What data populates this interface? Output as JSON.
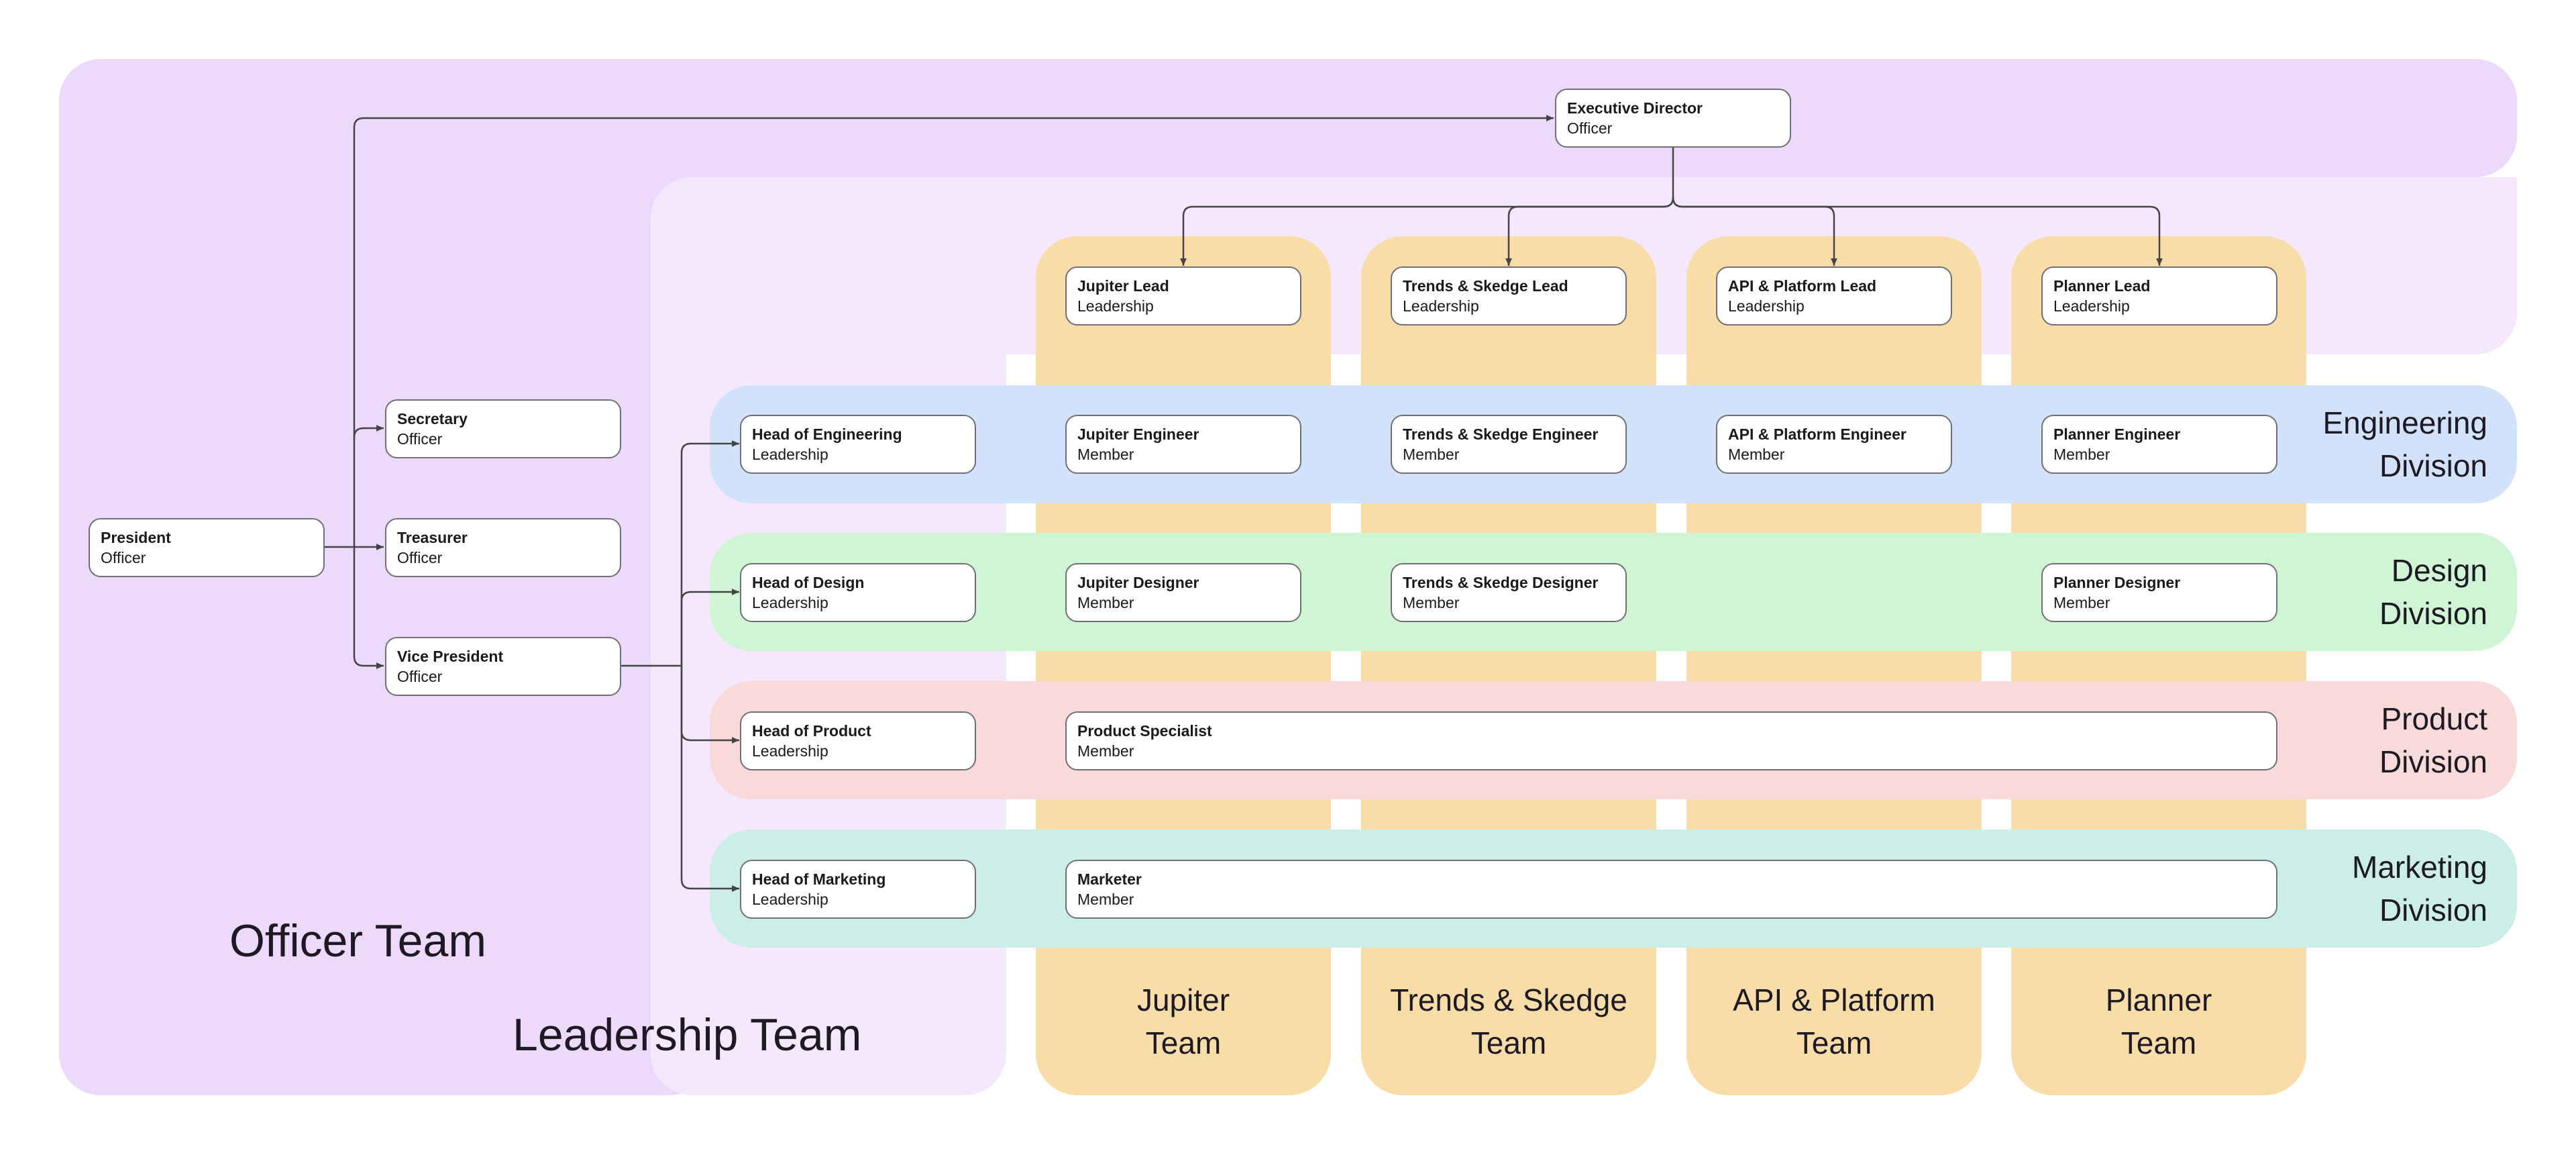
{
  "colors": {
    "officer_region": "#ecd9fb",
    "leadership_region": "#f5e8fc",
    "team_column": "#f8dda9",
    "engineering": "#d3e2fb",
    "design": "#cff5d4",
    "product": "#f8dadb",
    "marketing": "#cceee9",
    "node_border": "#6f6f75",
    "connector": "#444444"
  },
  "regions": {
    "officer_team": "Officer Team",
    "leadership_team": "Leadership Team"
  },
  "teams": {
    "jupiter": [
      "Jupiter",
      "Team"
    ],
    "trends": [
      "Trends & Skedge",
      "Team"
    ],
    "api": [
      "API & Platform",
      "Team"
    ],
    "planner": [
      "Planner",
      "Team"
    ]
  },
  "divisions": {
    "engineering": [
      "Engineering",
      "Division"
    ],
    "design": [
      "Design",
      "Division"
    ],
    "product": [
      "Product",
      "Division"
    ],
    "marketing": [
      "Marketing",
      "Division"
    ]
  },
  "nodes": {
    "executive_director": {
      "title": "Executive Director",
      "role": "Officer"
    },
    "president": {
      "title": "President",
      "role": "Officer"
    },
    "secretary": {
      "title": "Secretary",
      "role": "Officer"
    },
    "treasurer": {
      "title": "Treasurer",
      "role": "Officer"
    },
    "vice_president": {
      "title": "Vice President",
      "role": "Officer"
    },
    "jupiter_lead": {
      "title": "Jupiter Lead",
      "role": "Leadership"
    },
    "trends_lead": {
      "title": "Trends & Skedge Lead",
      "role": "Leadership"
    },
    "api_lead": {
      "title": "API & Platform Lead",
      "role": "Leadership"
    },
    "planner_lead": {
      "title": "Planner Lead",
      "role": "Leadership"
    },
    "head_engineering": {
      "title": "Head of Engineering",
      "role": "Leadership"
    },
    "jupiter_engineer": {
      "title": "Jupiter Engineer",
      "role": "Member"
    },
    "trends_engineer": {
      "title": "Trends & Skedge Engineer",
      "role": "Member"
    },
    "api_engineer": {
      "title": "API & Platform Engineer",
      "role": "Member"
    },
    "planner_engineer": {
      "title": "Planner Engineer",
      "role": "Member"
    },
    "head_design": {
      "title": "Head of Design",
      "role": "Leadership"
    },
    "jupiter_designer": {
      "title": "Jupiter Designer",
      "role": "Member"
    },
    "trends_designer": {
      "title": "Trends & Skedge Designer",
      "role": "Member"
    },
    "planner_designer": {
      "title": "Planner Designer",
      "role": "Member"
    },
    "head_product": {
      "title": "Head of Product",
      "role": "Leadership"
    },
    "product_specialist": {
      "title": "Product Specialist",
      "role": "Member"
    },
    "head_marketing": {
      "title": "Head of Marketing",
      "role": "Leadership"
    },
    "marketer": {
      "title": "Marketer",
      "role": "Member"
    }
  }
}
